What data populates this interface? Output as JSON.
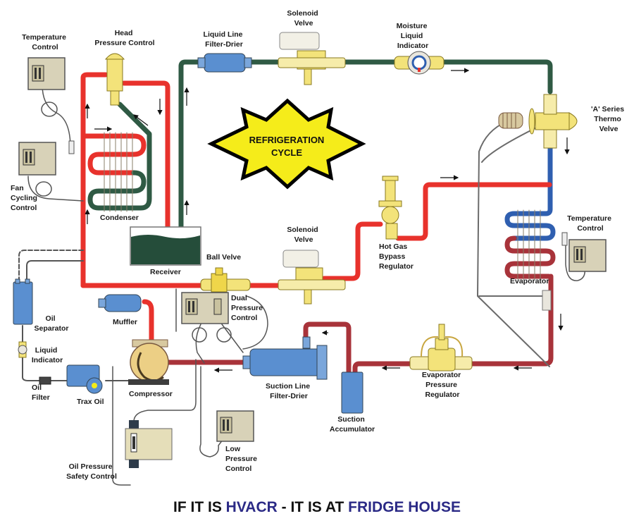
{
  "title": {
    "line1": "REFRIGERATION",
    "line2": "CYCLE"
  },
  "colors": {
    "hot_gas_line": "#e8322c",
    "liquid_line": "#2f5a44",
    "suction_line": "#a8333a",
    "cold_line": "#2f5fb0",
    "component_yellow": "#f3e37a",
    "component_blue": "#5a8fd0",
    "control_box": "#d8d2b8",
    "title_badge": "#f5ec1a",
    "footer_accent": "#2b2a86"
  },
  "components": {
    "temperature_control_top": [
      "Temperature",
      "Control"
    ],
    "head_pressure_control": [
      "Head",
      "Pressure Control"
    ],
    "liquid_line_filter_drier": [
      "Liquid Line",
      "Filter-Drier"
    ],
    "solenoid_valve_top": [
      "Solenoid",
      "Velve"
    ],
    "moisture_liquid_indicator": [
      "Moisture",
      "Liquid",
      "Indicator"
    ],
    "thermo_valve": [
      "'A' Series",
      "Thermo",
      "Velve"
    ],
    "fan_cycling_control": [
      "Fan",
      "Cycling",
      "Control"
    ],
    "condenser": [
      "Condenser"
    ],
    "receiver": [
      "Receiver"
    ],
    "ball_valve": [
      "Ball Velve"
    ],
    "solenoid_valve_mid": [
      "Solenoid",
      "Velve"
    ],
    "hot_gas_bypass_regulator": [
      "Hot Gas",
      "Bypass",
      "Regulator"
    ],
    "temperature_control_right": [
      "Temperature",
      "Control"
    ],
    "evaporator": [
      "Evaporator"
    ],
    "oil_separator": [
      "Oil",
      "Separator"
    ],
    "muffler": [
      "Muffler"
    ],
    "dual_pressure_control": [
      "Dual",
      "Pressure",
      "Control"
    ],
    "liquid_indicator": [
      "Liquid",
      "Indicator"
    ],
    "oil_filter": [
      "Oil",
      "Filter"
    ],
    "trax_oil": [
      "Trax Oil"
    ],
    "compressor": [
      "Compressor"
    ],
    "suction_line_filter_drier": [
      "Suction Line",
      "Filter-Drier"
    ],
    "evaporator_pressure_regulator": [
      "Evaporator",
      "Pressure",
      "Regulator"
    ],
    "suction_accumulator": [
      "Suction",
      "Accumulator"
    ],
    "low_pressure_control": [
      "Low",
      "Pressure",
      "Control"
    ],
    "oil_pressure_safety_control": [
      "Oil Pressure",
      "Safety Control"
    ]
  },
  "footer": {
    "part1": "IF IT IS ",
    "part2": "HVACR",
    "part3": " - IT IS AT ",
    "part4": "FRIDGE HOUSE"
  }
}
